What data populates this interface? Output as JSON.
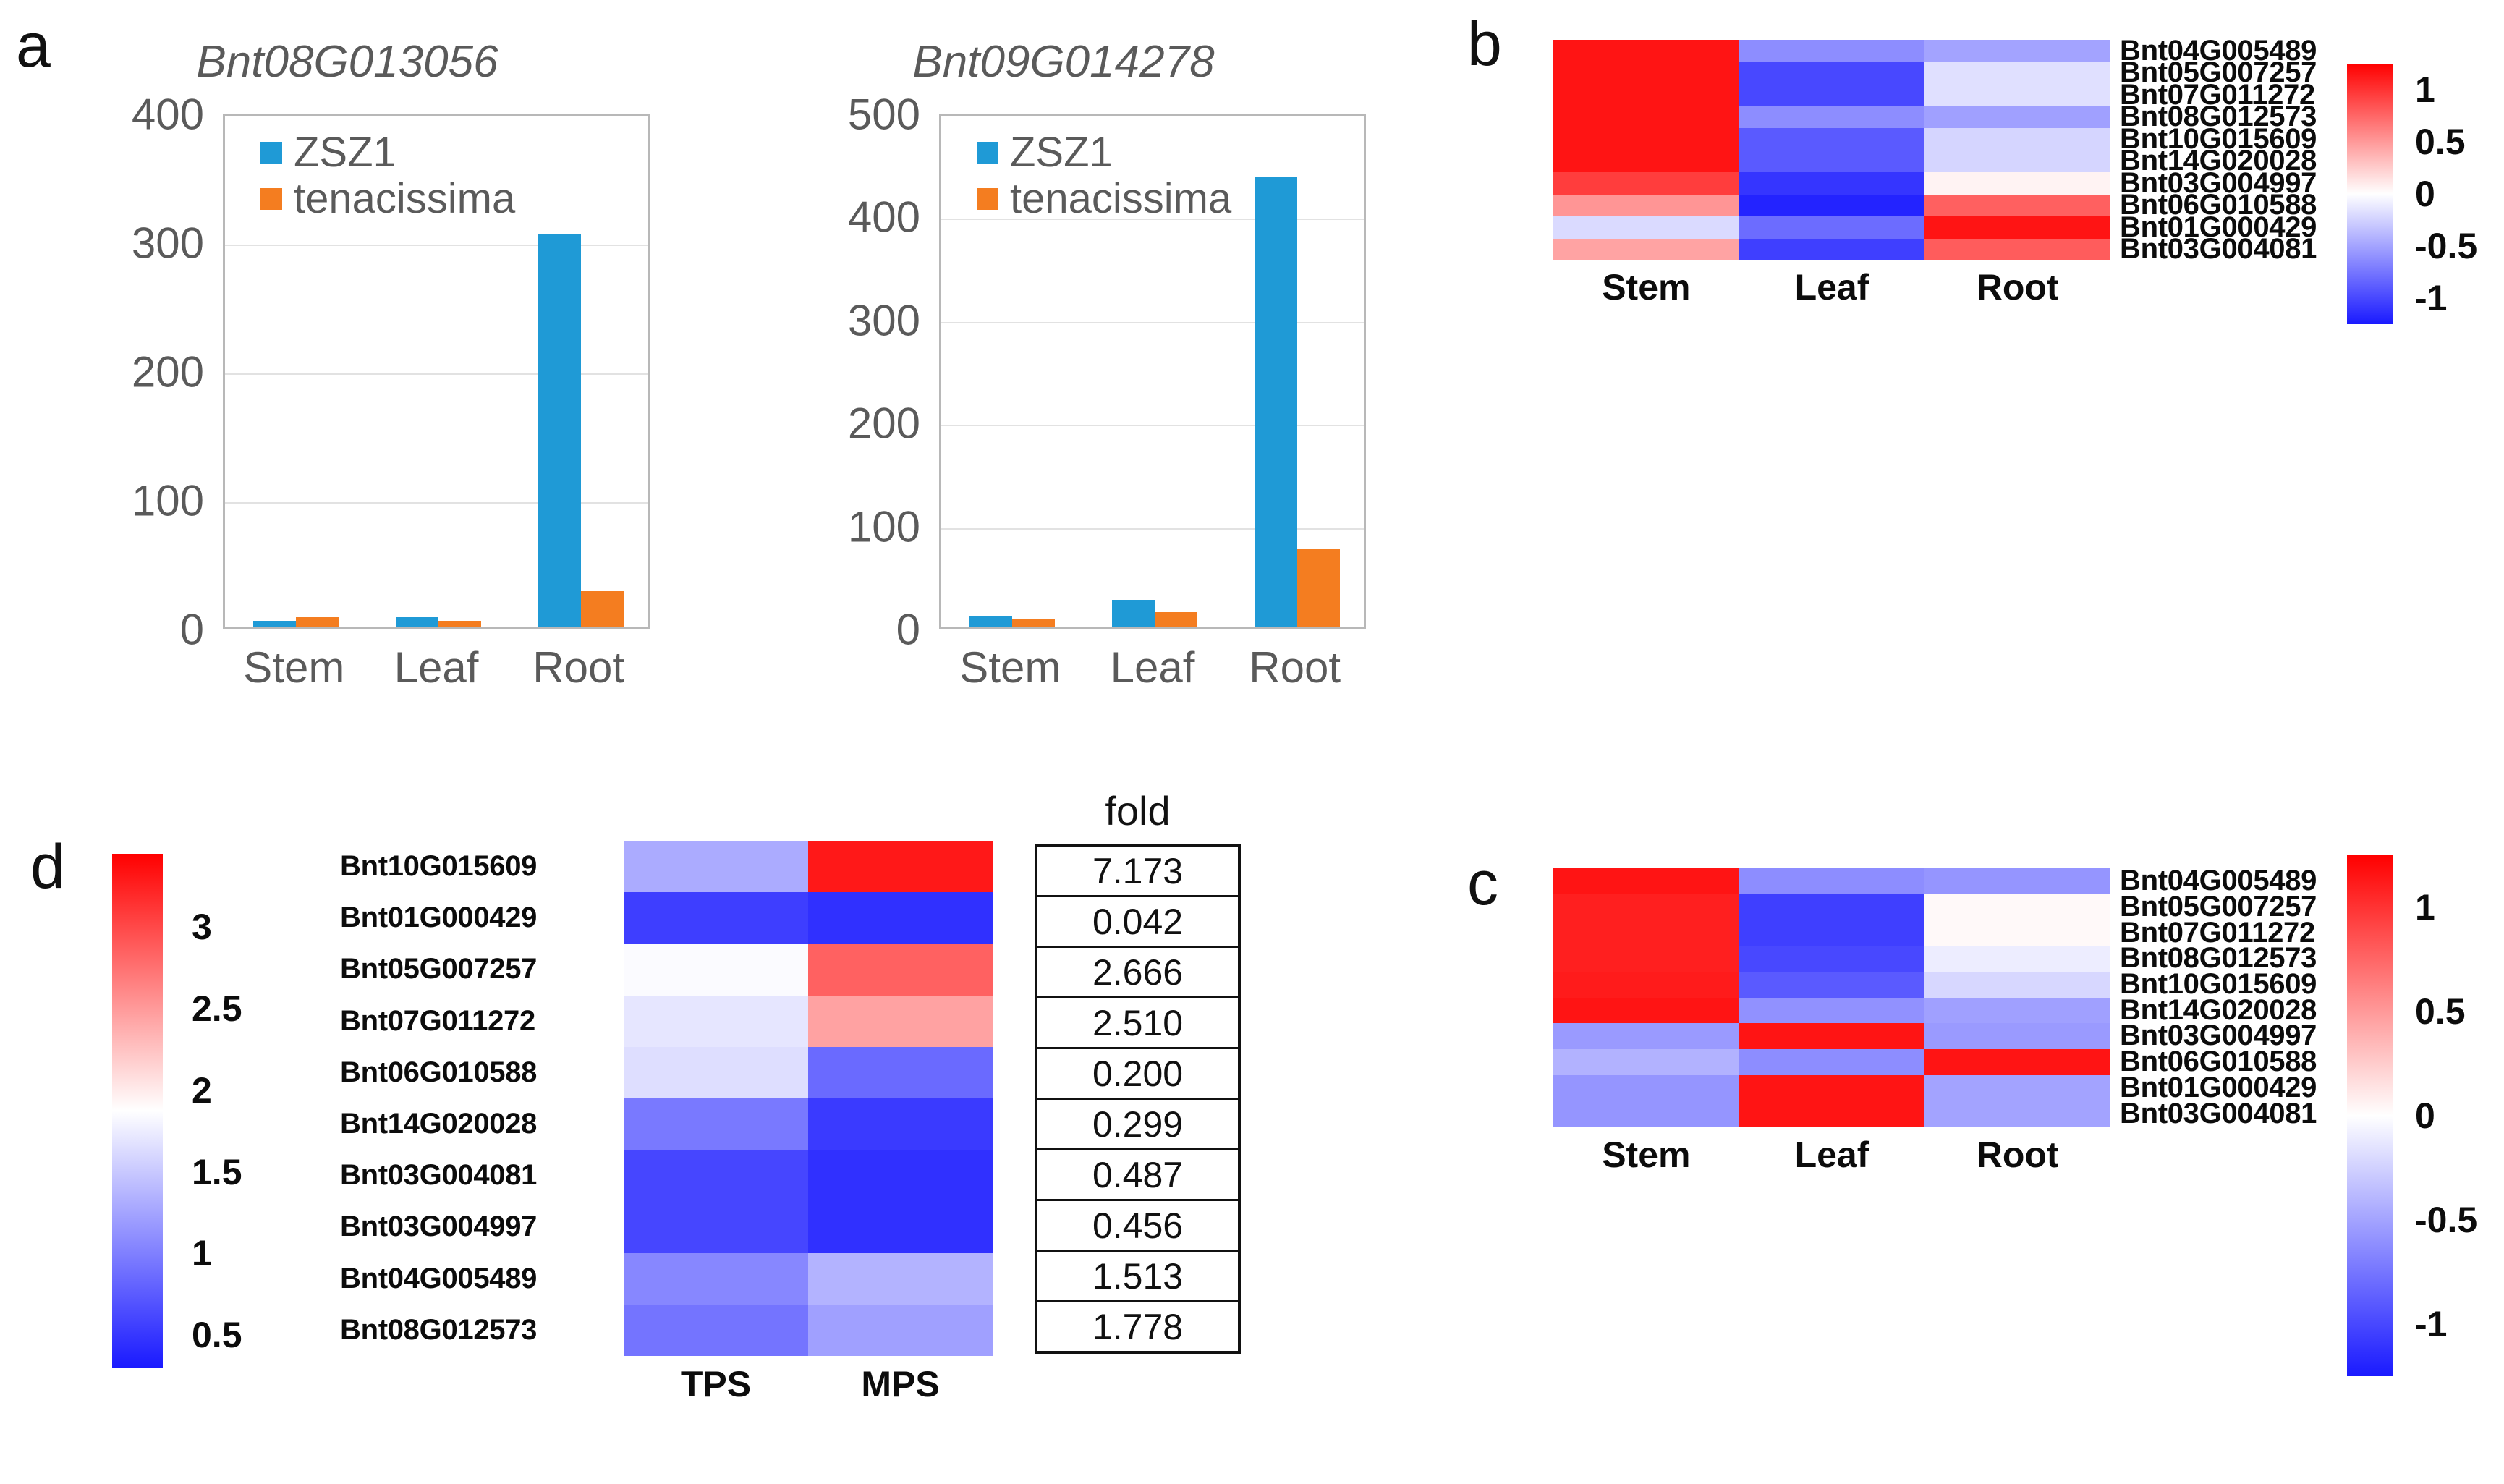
{
  "panels": {
    "a": "a",
    "b": "b",
    "c": "c",
    "d": "d"
  },
  "colors": {
    "series_zsz1": "#1f9ad6",
    "series_tenacissima": "#f47d20",
    "axis": "#b8b8b8",
    "gridline": "#e2e2e2",
    "tick_text": "#5a5a5a",
    "heat_high": "#ff0000",
    "heat_mid": "#ffffff",
    "heat_low": "#1a1aff"
  },
  "chart_data": [
    {
      "id": "bar-chart-1",
      "type": "bar",
      "title": "Bnt08G013056",
      "xlabel": "",
      "ylabel": "",
      "categories": [
        "Stem",
        "Leaf",
        "Root"
      ],
      "yticks": [
        0,
        100,
        200,
        300,
        400
      ],
      "ylim": [
        0,
        400
      ],
      "grid": true,
      "legend_position": "top-left",
      "series": [
        {
          "name": "ZSZ1",
          "color": "#1f9ad6",
          "values": [
            5,
            8,
            305
          ]
        },
        {
          "name": "tenacissima",
          "color": "#f47d20",
          "values": [
            8,
            5,
            28
          ]
        }
      ]
    },
    {
      "id": "bar-chart-2",
      "type": "bar",
      "title": "Bnt09G014278",
      "xlabel": "",
      "ylabel": "",
      "categories": [
        "Stem",
        "Leaf",
        "Root"
      ],
      "yticks": [
        0,
        100,
        200,
        300,
        400,
        500
      ],
      "ylim": [
        0,
        500
      ],
      "grid": true,
      "legend_position": "top-left",
      "series": [
        {
          "name": "ZSZ1",
          "color": "#1f9ad6",
          "values": [
            11,
            27,
            437
          ]
        },
        {
          "name": "tenacissima",
          "color": "#f47d20",
          "values": [
            8,
            15,
            76
          ]
        }
      ]
    },
    {
      "id": "heatmap-b",
      "type": "heatmap",
      "title": "",
      "columns": [
        "Stem",
        "Leaf",
        "Root"
      ],
      "rows": [
        "Bnt04G005489",
        "Bnt05G007257",
        "Bnt07G011272",
        "Bnt08G012573",
        "Bnt10G015609",
        "Bnt14G020028",
        "Bnt03G004997",
        "Bnt06G010588",
        "Bnt01G000429",
        "Bnt03G004081"
      ],
      "values": [
        [
          1.15,
          -0.62,
          -0.5
        ],
        [
          1.15,
          -1.0,
          -0.17
        ],
        [
          1.15,
          -1.0,
          -0.17
        ],
        [
          1.15,
          -0.62,
          -0.52
        ],
        [
          1.15,
          -0.9,
          -0.23
        ],
        [
          1.15,
          -0.9,
          -0.23
        ],
        [
          0.95,
          -1.1,
          0.06
        ],
        [
          0.52,
          -1.2,
          0.78
        ],
        [
          -0.2,
          -0.8,
          1.15
        ],
        [
          0.45,
          -1.05,
          0.8
        ]
      ],
      "colorbar": {
        "ticks": [
          1,
          0.5,
          0,
          -0.5,
          -1
        ],
        "vmin": -1.25,
        "vmax": 1.25,
        "low": "#1a1aff",
        "mid": "#ffffff",
        "high": "#ff0000"
      }
    },
    {
      "id": "heatmap-c",
      "type": "heatmap",
      "title": "",
      "columns": [
        "Stem",
        "Leaf",
        "Root"
      ],
      "rows": [
        "Bnt04G005489",
        "Bnt05G007257",
        "Bnt07G011272",
        "Bnt08G012573",
        "Bnt10G015609",
        "Bnt14G020028",
        "Bnt03G004997",
        "Bnt06G010588",
        "Bnt01G000429",
        "Bnt03G004081"
      ],
      "values": [
        [
          1.15,
          -0.62,
          -0.58
        ],
        [
          1.1,
          -1.05,
          0.03
        ],
        [
          1.1,
          -1.05,
          0.03
        ],
        [
          1.1,
          -1.0,
          -0.1
        ],
        [
          1.12,
          -0.9,
          -0.22
        ],
        [
          1.15,
          -0.6,
          -0.52
        ],
        [
          -0.55,
          1.15,
          -0.55
        ],
        [
          -0.42,
          -0.62,
          1.15
        ],
        [
          -0.58,
          1.15,
          -0.5
        ],
        [
          -0.58,
          1.15,
          -0.5
        ]
      ],
      "colorbar": {
        "ticks": [
          1,
          0.5,
          0,
          -0.5,
          -1
        ],
        "vmin": -1.25,
        "vmax": 1.25,
        "low": "#1a1aff",
        "mid": "#ffffff",
        "high": "#ff0000"
      }
    },
    {
      "id": "heatmap-d",
      "type": "heatmap",
      "title": "",
      "columns": [
        "TPS",
        "MPS"
      ],
      "rows": [
        "Bnt10G015609",
        "Bnt01G000429",
        "Bnt05G007257",
        "Bnt07G011272",
        "Bnt06G010588",
        "Bnt14G020028",
        "Bnt03G004081",
        "Bnt03G004997",
        "Bnt04G005489",
        "Bnt08G012573"
      ],
      "values": [
        [
          1.3,
          3.3
        ],
        [
          0.55,
          0.45
        ],
        [
          1.85,
          2.85
        ],
        [
          1.7,
          2.45
        ],
        [
          1.65,
          0.85
        ],
        [
          0.95,
          0.52
        ],
        [
          0.6,
          0.45
        ],
        [
          0.6,
          0.45
        ],
        [
          1.05,
          1.35
        ],
        [
          0.92,
          1.22
        ]
      ],
      "extra_column": {
        "header": "fold",
        "values": [
          "7.173",
          "0.042",
          "2.666",
          "2.510",
          "0.200",
          "0.299",
          "0.487",
          "0.456",
          "1.513",
          "1.778"
        ]
      },
      "colorbar": {
        "ticks": [
          3,
          2.5,
          2,
          1.5,
          1,
          0.5
        ],
        "vmin": 0.3,
        "vmax": 3.45,
        "low": "#1a1aff",
        "mid": "#ffffff",
        "high": "#ff0000"
      }
    }
  ]
}
